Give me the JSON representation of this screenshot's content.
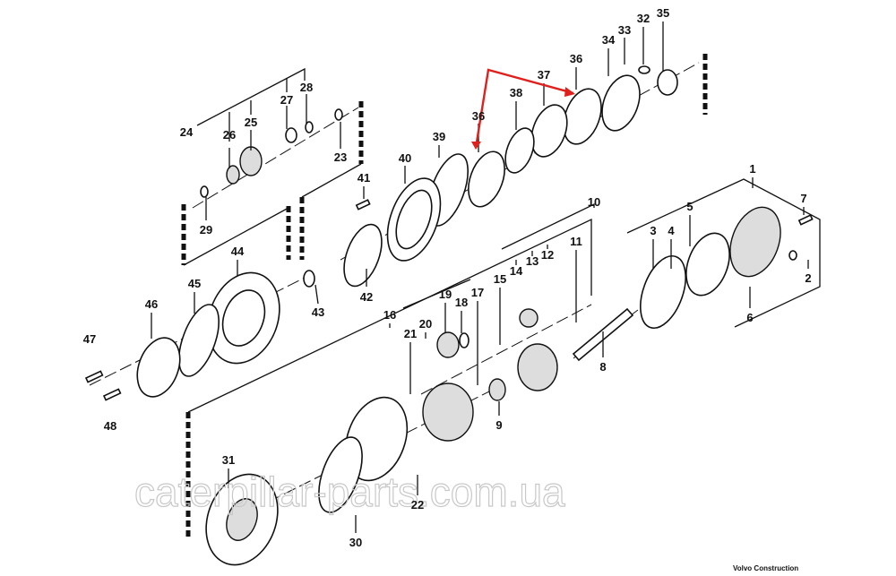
{
  "diagram": {
    "labels": [
      {
        "id": "32",
        "text": "32"
      },
      {
        "id": "35",
        "text": "35"
      },
      {
        "id": "33",
        "text": "33"
      },
      {
        "id": "34",
        "text": "34"
      },
      {
        "id": "36a",
        "text": "36"
      },
      {
        "id": "37",
        "text": "37"
      },
      {
        "id": "38",
        "text": "38"
      },
      {
        "id": "36b",
        "text": "36"
      },
      {
        "id": "39",
        "text": "39"
      },
      {
        "id": "40",
        "text": "40"
      },
      {
        "id": "41",
        "text": "41"
      },
      {
        "id": "28",
        "text": "28"
      },
      {
        "id": "27",
        "text": "27"
      },
      {
        "id": "25",
        "text": "25"
      },
      {
        "id": "26",
        "text": "26"
      },
      {
        "id": "24",
        "text": "24"
      },
      {
        "id": "23",
        "text": "23"
      },
      {
        "id": "29",
        "text": "29"
      },
      {
        "id": "44",
        "text": "44"
      },
      {
        "id": "45",
        "text": "45"
      },
      {
        "id": "46",
        "text": "46"
      },
      {
        "id": "47",
        "text": "47"
      },
      {
        "id": "48",
        "text": "48"
      },
      {
        "id": "43",
        "text": "43"
      },
      {
        "id": "42",
        "text": "42"
      },
      {
        "id": "10",
        "text": "10"
      },
      {
        "id": "11",
        "text": "11"
      },
      {
        "id": "12",
        "text": "12"
      },
      {
        "id": "13",
        "text": "13"
      },
      {
        "id": "14",
        "text": "14"
      },
      {
        "id": "15",
        "text": "15"
      },
      {
        "id": "17",
        "text": "17"
      },
      {
        "id": "18",
        "text": "18"
      },
      {
        "id": "19",
        "text": "19"
      },
      {
        "id": "16",
        "text": "16"
      },
      {
        "id": "20",
        "text": "20"
      },
      {
        "id": "21",
        "text": "21"
      },
      {
        "id": "1",
        "text": "1"
      },
      {
        "id": "7",
        "text": "7"
      },
      {
        "id": "3",
        "text": "3"
      },
      {
        "id": "4",
        "text": "4"
      },
      {
        "id": "5",
        "text": "5"
      },
      {
        "id": "2",
        "text": "2"
      },
      {
        "id": "6",
        "text": "6"
      },
      {
        "id": "8",
        "text": "8"
      },
      {
        "id": "9",
        "text": "9"
      },
      {
        "id": "31",
        "text": "31"
      },
      {
        "id": "22",
        "text": "22"
      },
      {
        "id": "30",
        "text": "30"
      }
    ],
    "highlight_color": "#e0201c",
    "watermark": "caterpillar-parts.com.ua",
    "credit": "Volvo Construction"
  }
}
